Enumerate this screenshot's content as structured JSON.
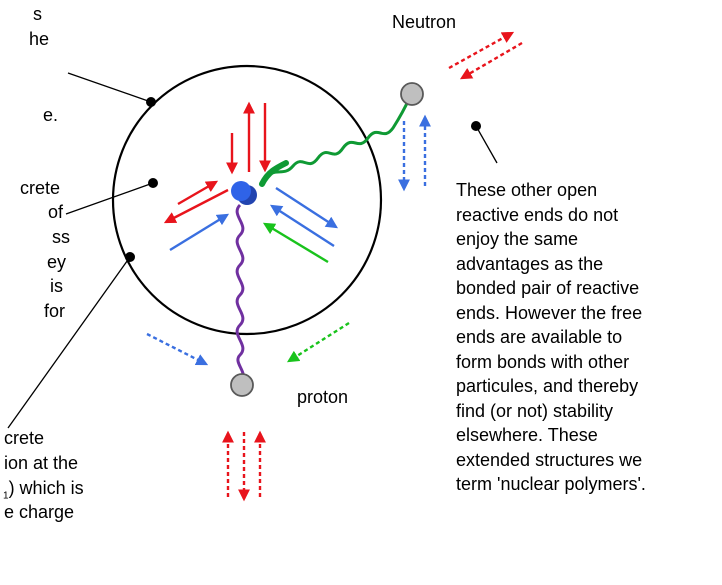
{
  "labels": {
    "neutron": "Neutron",
    "proton": "proton"
  },
  "right_note": [
    "These other open",
    "reactive ends do not",
    "enjoy the same",
    "advantages as the",
    "bonded pair of reactive",
    "ends. However the free",
    "ends are available to",
    "form bonds with other",
    "particules, and thereby",
    "find (or not) stability",
    "elsewhere. These",
    "extended structures we",
    "term 'nuclear polymers'."
  ],
  "left_fragments": {
    "a1": "s",
    "a2": "he",
    "a3": "e.",
    "b1": "crete",
    "b2": "of",
    "b3": "ss",
    "b4": "ey",
    "b5": "is",
    "b6": "for",
    "c1": "crete",
    "c2": "ion at the",
    "c3_sub": "1",
    "c3": ") which is",
    "c4": "e charge"
  },
  "colors": {
    "red": "#e8141c",
    "blue": "#3a6fe0",
    "green": "#19c31c",
    "dark_green": "#0f9a34",
    "purple": "#7030a0",
    "gray": "#bfbfbf",
    "nucleus_blue": "#2f63e8"
  }
}
